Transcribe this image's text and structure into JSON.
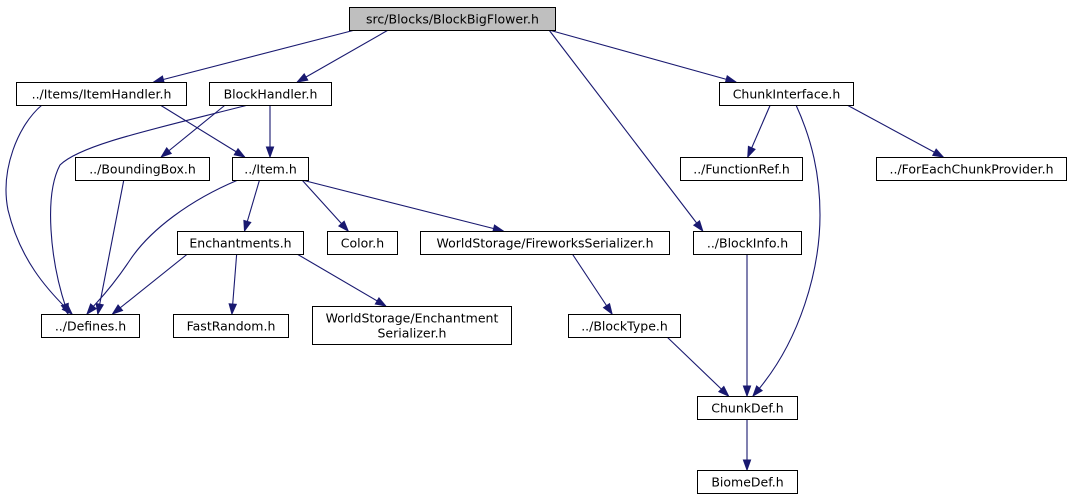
{
  "diagram": {
    "colors": {
      "edge": "#191970",
      "node_border": "#000000",
      "root_fill": "#bfbfbf",
      "node_fill": "#ffffff"
    },
    "nodes": [
      {
        "id": "root",
        "lines": [
          "src/Blocks/BlockBigFlower.h"
        ],
        "root": true
      },
      {
        "id": "itemhandler",
        "lines": [
          "../Items/ItemHandler.h"
        ]
      },
      {
        "id": "blockhandler",
        "lines": [
          "BlockHandler.h"
        ]
      },
      {
        "id": "chunkinterface",
        "lines": [
          "ChunkInterface.h"
        ]
      },
      {
        "id": "boundingbox",
        "lines": [
          "../BoundingBox.h"
        ]
      },
      {
        "id": "item",
        "lines": [
          "../Item.h"
        ]
      },
      {
        "id": "functionref",
        "lines": [
          "../FunctionRef.h"
        ]
      },
      {
        "id": "foreachchunkprovider",
        "lines": [
          "../ForEachChunkProvider.h"
        ]
      },
      {
        "id": "enchantments",
        "lines": [
          "Enchantments.h"
        ]
      },
      {
        "id": "color",
        "lines": [
          "Color.h"
        ]
      },
      {
        "id": "fireworksserializer",
        "lines": [
          "WorldStorage/FireworksSerializer.h"
        ]
      },
      {
        "id": "blockinfo",
        "lines": [
          "../BlockInfo.h"
        ]
      },
      {
        "id": "defines",
        "lines": [
          "../Defines.h"
        ]
      },
      {
        "id": "fastrandom",
        "lines": [
          "FastRandom.h"
        ]
      },
      {
        "id": "enchantmentserializer",
        "lines": [
          "WorldStorage/Enchantment",
          "Serializer.h"
        ]
      },
      {
        "id": "blocktype",
        "lines": [
          "../BlockType.h"
        ]
      },
      {
        "id": "chunkdef",
        "lines": [
          "ChunkDef.h"
        ]
      },
      {
        "id": "biomedef",
        "lines": [
          "BiomeDef.h"
        ]
      }
    ],
    "edges": [
      {
        "from": "root",
        "to": "itemhandler"
      },
      {
        "from": "root",
        "to": "blockhandler"
      },
      {
        "from": "root",
        "to": "chunkinterface"
      },
      {
        "from": "root",
        "to": "blockinfo"
      },
      {
        "from": "itemhandler",
        "to": "item"
      },
      {
        "from": "itemhandler",
        "to": "defines"
      },
      {
        "from": "blockhandler",
        "to": "boundingbox"
      },
      {
        "from": "blockhandler",
        "to": "item"
      },
      {
        "from": "blockhandler",
        "to": "defines"
      },
      {
        "from": "chunkinterface",
        "to": "functionref"
      },
      {
        "from": "chunkinterface",
        "to": "foreachchunkprovider"
      },
      {
        "from": "chunkinterface",
        "to": "chunkdef"
      },
      {
        "from": "boundingbox",
        "to": "defines"
      },
      {
        "from": "item",
        "to": "enchantments"
      },
      {
        "from": "item",
        "to": "color"
      },
      {
        "from": "item",
        "to": "fireworksserializer"
      },
      {
        "from": "item",
        "to": "defines"
      },
      {
        "from": "enchantments",
        "to": "defines"
      },
      {
        "from": "enchantments",
        "to": "fastrandom"
      },
      {
        "from": "enchantments",
        "to": "enchantmentserializer"
      },
      {
        "from": "fireworksserializer",
        "to": "blocktype"
      },
      {
        "from": "blockinfo",
        "to": "chunkdef"
      },
      {
        "from": "blocktype",
        "to": "chunkdef"
      },
      {
        "from": "chunkdef",
        "to": "biomedef"
      }
    ]
  }
}
